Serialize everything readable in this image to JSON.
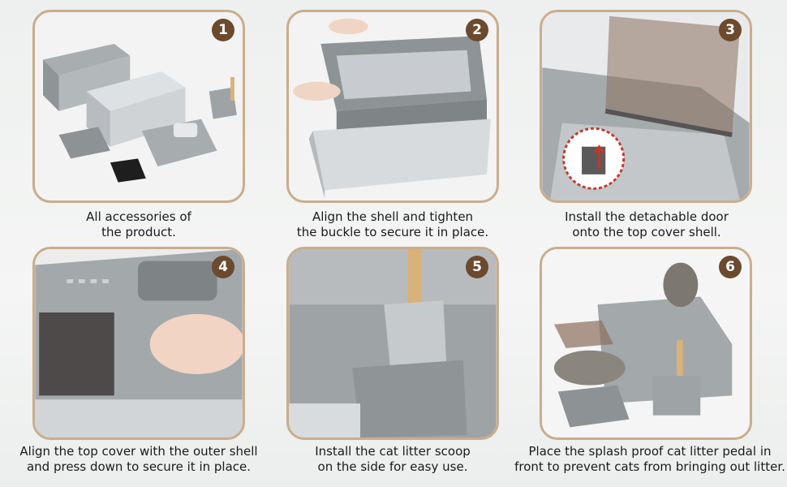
{
  "steps": [
    {
      "number": "1",
      "caption_lines": [
        "All accessories of",
        "the product."
      ]
    },
    {
      "number": "2",
      "caption_lines": [
        "Align the shell and tighten",
        "the buckle to secure it in place."
      ]
    },
    {
      "number": "3",
      "caption_lines": [
        "Install the detachable door",
        "onto the top cover shell."
      ]
    },
    {
      "number": "4",
      "caption_lines": [
        "Align the top cover with the outer shell",
        "and press down to secure it in place."
      ]
    },
    {
      "number": "5",
      "caption_lines": [
        "Install the cat litter scoop",
        "on the side for easy use."
      ]
    },
    {
      "number": "6",
      "caption_lines": [
        "Place the splash proof cat litter pedal in",
        "front to prevent cats from bringing out litter."
      ]
    }
  ],
  "colors": {
    "frame": "#c9ad8d",
    "badge": "#6b4a2e",
    "plastic": "#9ea3a6",
    "steel": "#c8ccd0"
  }
}
